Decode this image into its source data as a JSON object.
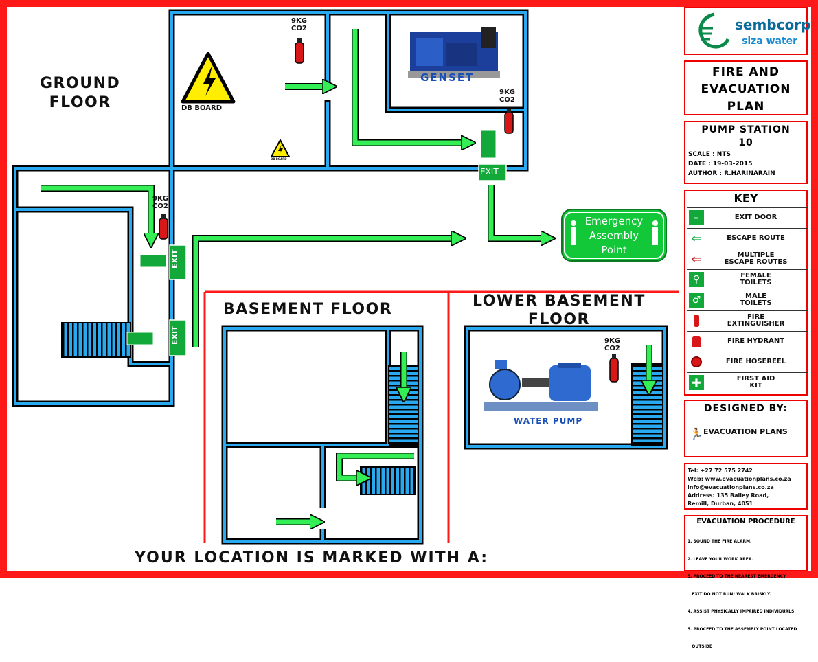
{
  "floors": {
    "ground": [
      "GROUND",
      "FLOOR"
    ],
    "basement": "BASEMENT FLOOR",
    "lower_basement": [
      "LOWER BASEMENT",
      "FLOOR"
    ]
  },
  "labels": {
    "db_board": "DB BOARD",
    "db_board_small": "DB BOARD",
    "genset": "GENSET",
    "water_pump": "WATER PUMP",
    "extinguisher": [
      "9KG",
      "CO2"
    ],
    "exit": "EXIT",
    "assembly": [
      "Emergency",
      "Assembly",
      "Point"
    ]
  },
  "footer": "YOUR LOCATION IS MARKED WITH A:",
  "sidebar": {
    "logo": {
      "name": "sembcorp",
      "sub": "siza water"
    },
    "title": [
      "FIRE AND",
      "EVACUATION",
      "PLAN"
    ],
    "station": [
      "PUMP STATION",
      "10"
    ],
    "meta": [
      "SCALE : NTS",
      "DATE : 19-03-2015",
      "AUTHOR : R.HARINARAIN"
    ],
    "key_title": "KEY",
    "key": [
      {
        "icon": "exit-door-icon",
        "text": [
          "EXIT DOOR"
        ]
      },
      {
        "icon": "escape-route-icon",
        "text": [
          "ESCAPE ROUTE"
        ]
      },
      {
        "icon": "multiple-escape-routes-icon",
        "text": [
          "MULTIPLE",
          "ESCAPE ROUTES"
        ]
      },
      {
        "icon": "female-toilets-icon",
        "text": [
          "FEMALE",
          "TOILETS"
        ]
      },
      {
        "icon": "male-toilets-icon",
        "text": [
          "MALE",
          "TOILETS"
        ]
      },
      {
        "icon": "fire-extinguisher-icon",
        "text": [
          "FIRE",
          "EXTINGUISHER"
        ]
      },
      {
        "icon": "fire-hydrant-icon",
        "text": [
          "FIRE HYDRANT"
        ]
      },
      {
        "icon": "fire-hosereel-icon",
        "text": [
          "FIRE HOSEREEL"
        ]
      },
      {
        "icon": "first-aid-icon",
        "text": [
          "FIRST AID",
          "KIT"
        ]
      }
    ],
    "designed_by": "DESIGNED BY:",
    "company": "EVACUATION PLANS",
    "contact": [
      "Tel: +27 72 575 2742",
      "Web: www.evacuationplans.co.za",
      "info@evacuationplans.co.za",
      "Address: 135 Bailey Road,",
      "Remill, Durban, 4051"
    ],
    "procedure_title": "EVACUATION PROCEDURE",
    "procedure": [
      "1. SOUND THE FIRE ALARM.",
      "2. LEAVE YOUR WORK AREA.",
      "3. PROCEED TO THE NEAREST EMERGENCY",
      "   EXIT DO NOT RUN! WALK BRISKLY.",
      "4. ASSIST PHYSICALLY IMPAIRED INDIVIDUALS.",
      "5. PROCEED TO THE ASSEMBLY POINT LOCATED",
      "   OUTSIDE"
    ]
  },
  "colors": {
    "border": "#ff1a1a",
    "wall_blue": "#29aaf0",
    "arrow_green": "#33ee55",
    "exit_green": "#12a83a"
  }
}
